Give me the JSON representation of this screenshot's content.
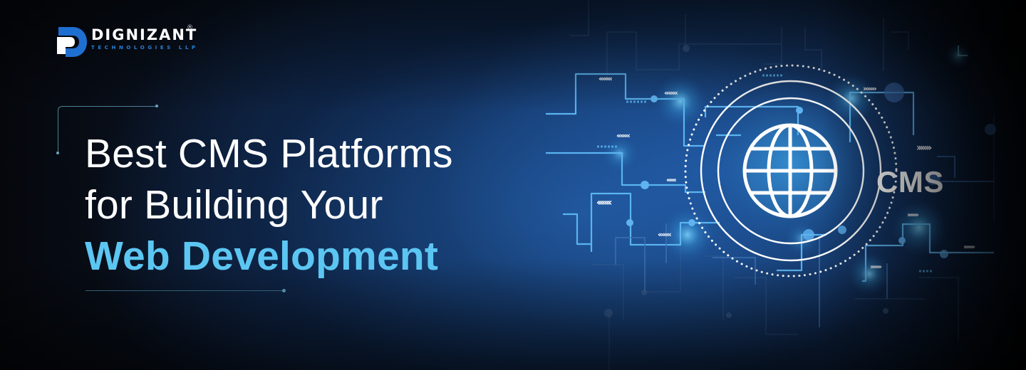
{
  "brand": {
    "name": "DIGNIZANT",
    "subtitle": "TECHNOLOGIES LLP",
    "registered_mark": "®",
    "colors": {
      "mark_blue": "#1f6fd1",
      "text": "#ffffff",
      "subtitle": "#2a7fd6"
    }
  },
  "headline": {
    "line1": "Best CMS Platforms",
    "line2": "for Building Your",
    "line3_accent": "Web Development",
    "colors": {
      "primary": "#ffffff",
      "accent": "#5cc6f2"
    }
  },
  "illustration": {
    "center_icon": "globe-icon",
    "label": "CMS",
    "arrow_glyphs_left": "‹‹‹‹‹‹‹",
    "arrow_glyphs_right": "›››››››",
    "colors": {
      "glow": "#4fc3ff",
      "trace": "#5ab4f0",
      "trace_dim": "#3c6fb0",
      "ring": "#ffffff"
    }
  }
}
